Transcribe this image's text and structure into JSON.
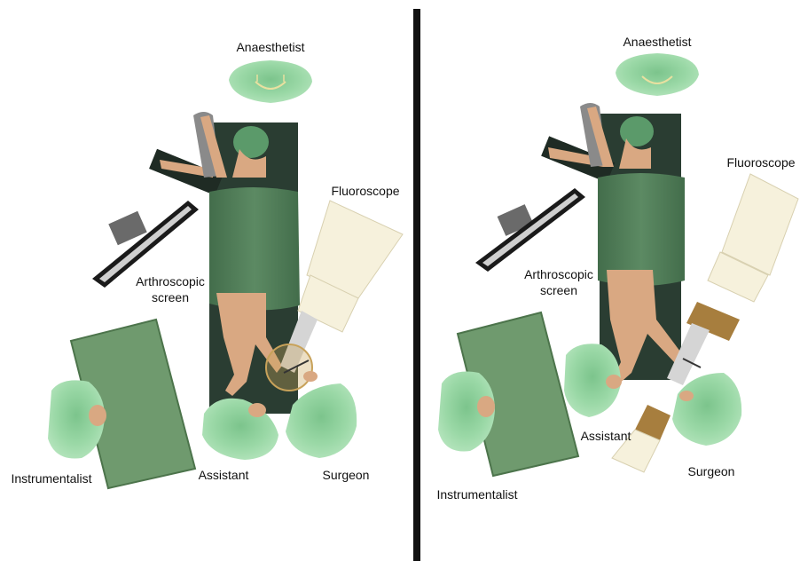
{
  "colors": {
    "background": "#ffffff",
    "divider": "#111111",
    "staff_green": "#8fd09c",
    "staff_green_dark": "#6fb884",
    "table_dark": "#2a3d32",
    "drape": "#4f7a57",
    "back_table": "#6f9a6e",
    "skin": "#d9a882",
    "fluoroscope": "#f6f1dc",
    "fluoro_bronze": "#a77e3e",
    "screen_frame": "#1a1a1a",
    "screen_glass": "#cfcfcf"
  },
  "left_panel": {
    "labels": {
      "anaesthetist": "Anaesthetist",
      "fluoroscope": "Fluoroscope",
      "arthroscopic_1": "Arthroscopic",
      "arthroscopic_2": "screen",
      "instrumentalist": "Instrumentalist",
      "assistant": "Assistant",
      "surgeon": "Surgeon"
    }
  },
  "right_panel": {
    "labels": {
      "anaesthetist": "Anaesthetist",
      "fluoroscope": "Fluoroscope",
      "arthroscopic_1": "Arthroscopic",
      "arthroscopic_2": "screen",
      "assistant": "Assistant",
      "surgeon": "Surgeon",
      "instrumentalist": "Instrumentalist"
    }
  },
  "icons": {
    "divider": "vertical-divider",
    "staff": "staff-topview-icon",
    "patient": "patient-icon",
    "fluoroscope": "fluoroscope-icon",
    "screen": "monitor-icon"
  }
}
